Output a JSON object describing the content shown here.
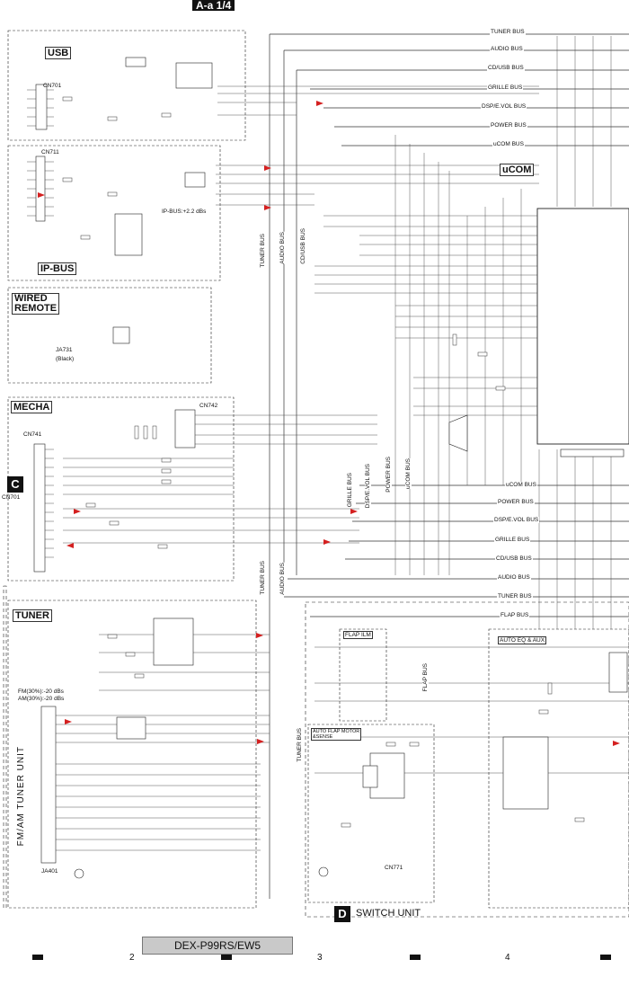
{
  "header": {
    "label": "A-a 1/4"
  },
  "sections": {
    "usb": "USB",
    "ipbus": "IP-BUS",
    "wired_remote": "WIRED\nREMOTE",
    "mecha": "MECHA",
    "tuner": "TUNER",
    "ucom": "uCOM",
    "flap_ilm": "FLAP ILM",
    "auto_flap": "AUTO FLAP MOTOR\n&SENSE",
    "auto_eq": "AUTO EQ & AUX",
    "switch_unit": "SWITCH UNIT",
    "fm_am_unit": "FM/AM TUNER UNIT"
  },
  "connectors": {
    "cn701": "CN701",
    "cn711": "CN711",
    "ja731": "JA731",
    "ja731_black": "(Black)",
    "cn741": "CN741",
    "cn742": "CN742",
    "ja401": "JA401",
    "cn771": "CN771",
    "c_cn701": "CN701"
  },
  "blocks": {
    "c": "C",
    "d": "D"
  },
  "notes": {
    "ipbus_gain": "IP-BUS:+2.2 dBs",
    "fm_level": "FM(30%):-20 dBs",
    "am_level": "AM(30%):-20 dBs"
  },
  "buses_top": [
    "TUNER BUS",
    "AUDIO BUS",
    "CD/USB BUS",
    "GRILLE BUS",
    "DSP/E.VOL BUS",
    "POWER BUS",
    "uCOM BUS"
  ],
  "buses_bottom": [
    "uCOM BUS",
    "POWER BUS",
    "DSP/E.VOL BUS",
    "GRILLE BUS",
    "CD/USB BUS",
    "AUDIO BUS",
    "TUNER BUS",
    "FLAP BUS"
  ],
  "vertical_buses": {
    "tuner1": "TUNER BUS",
    "audio1": "AUDIO BUS",
    "cdusb": "CD/USB BUS",
    "grille": "GRILLE BUS",
    "dspvol": "DSP/E.VOL BUS",
    "power": "POWER BUS",
    "ucom": "uCOM BUS",
    "tuner2": "TUNER BUS",
    "audio2": "AUDIO BUS",
    "tuner3": "TUNER BUS",
    "flap": "FLAP BUS"
  },
  "footer": {
    "model": "DEX-P99RS/EW5",
    "pages": [
      "2",
      "3",
      "4"
    ]
  }
}
